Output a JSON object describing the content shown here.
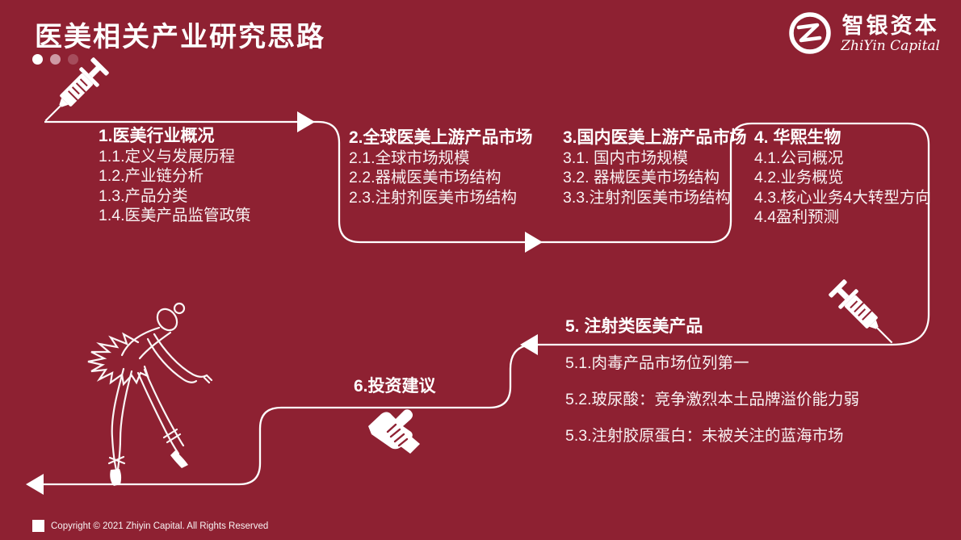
{
  "header": {
    "title": "医美相关产业研究思路",
    "logo": {
      "name_cn": "智银资本",
      "name_en": "ZhiYin Capital"
    }
  },
  "sections": [
    {
      "id": 1,
      "heading": "1.医美行业概况",
      "items": [
        "1.1.定义与发展历程",
        "1.2.产业链分析",
        "1.3.产品分类",
        "1.4.医美产品监管政策"
      ]
    },
    {
      "id": 2,
      "heading": "2.全球医美上游产品市场",
      "items": [
        "2.1.全球市场规模",
        "2.2.器械医美市场结构",
        "2.3.注射剂医美市场结构"
      ]
    },
    {
      "id": 3,
      "heading": "3.国内医美上游产品市场",
      "items": [
        "3.1. 国内市场规模",
        "3.2. 器械医美市场结构",
        "3.3.注射剂医美市场结构"
      ]
    },
    {
      "id": 4,
      "heading": "4. 华熙生物",
      "items": [
        "4.1.公司概况",
        "4.2.业务概览",
        "4.3.核心业务4大转型方向",
        "4.4盈利预测"
      ]
    },
    {
      "id": 5,
      "heading": "5. 注射类医美产品",
      "items": [
        "5.1.肉毒产品市场位列第一",
        "5.2.玻尿酸：竞争激烈本土品牌溢价能力弱",
        "5.3.注射胶原蛋白：未被关注的蓝海市场"
      ]
    },
    {
      "id": 6,
      "heading": "6.投资建议",
      "items": []
    }
  ],
  "footer": {
    "copyright": "Copyright © 2021  Zhiyin Capital. All Rights Reserved"
  },
  "icons": {
    "syringe": "💉 syringe line-art (two, attached to flow line)",
    "handshake": "🤝 handshake silhouette",
    "ballerina": "ballerina line-art standing on flow line",
    "arrow_right": "▶",
    "arrow_left": "◀",
    "logo_mark": "Z-monogram in brush circle"
  },
  "colors": {
    "background": "#8E2132",
    "foreground": "#FFFFFF",
    "title_dots": [
      "#FFFFFF",
      "#CE9AA5",
      "#A54D5C"
    ]
  }
}
